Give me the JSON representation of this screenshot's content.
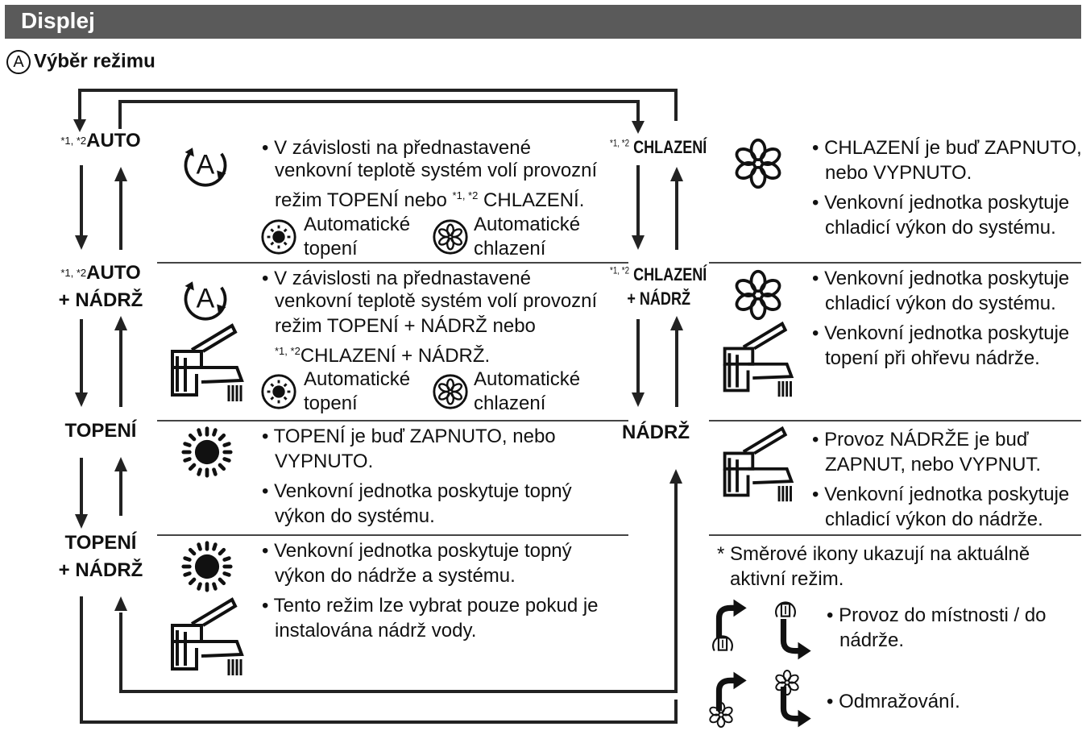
{
  "header": {
    "title": "Displej"
  },
  "section": {
    "badge": "A",
    "title": "Výběr režimu"
  },
  "left_modes": {
    "auto": {
      "sup": "*1, *2",
      "label": "AUTO"
    },
    "auto_tank": {
      "sup": "*1, *2",
      "label": "AUTO",
      "label2": "+ NÁDRŽ"
    },
    "heat": {
      "label": "TOPENÍ"
    },
    "heat_tank": {
      "label": "TOPENÍ",
      "label2": "+ NÁDRŽ"
    }
  },
  "auto_desc": {
    "line1": "• V závislosti na přednastavené",
    "line2": "venkovní teplotě systém volí provozní",
    "line3_a": "režim TOPENÍ nebo ",
    "line3_sup": "*1, *2",
    "line3_b": " CHLAZENÍ.",
    "icon_heat_label1": "Automatické",
    "icon_heat_label2": "topení",
    "icon_cool_label1": "Automatické",
    "icon_cool_label2": "chlazení"
  },
  "auto_tank_desc": {
    "line1": "• V závislosti na přednastavené",
    "line2": "venkovní teplotě systém volí provozní",
    "line3": "režim TOPENÍ + NÁDRŽ nebo",
    "line4_sup": "*1, *2",
    "line4": "CHLAZENÍ + NÁDRŽ.",
    "icon_heat_label1": "Automatické",
    "icon_heat_label2": "topení",
    "icon_cool_label1": "Automatické",
    "icon_cool_label2": "chlazení"
  },
  "heat_desc": {
    "b1_l1": "• TOPENÍ je buď ZAPNUTO, nebo",
    "b1_l2": "VYPNUTO.",
    "b2_l1": "• Venkovní jednotka poskytuje topný",
    "b2_l2": "výkon do systému."
  },
  "heat_tank_desc": {
    "b1_l1": "• Venkovní jednotka poskytuje topný",
    "b1_l2": "výkon do nádrže a systému.",
    "b2_l1": "• Tento režim lze vybrat pouze pokud je",
    "b2_l2": "instalována nádrž vody."
  },
  "right_modes": {
    "cool": {
      "sup": "*1, *2",
      "label": "CHLAZENÍ"
    },
    "cool_tank": {
      "sup": "*1, *2",
      "label": "CHLAZENÍ",
      "label2": "+ NÁDRŽ"
    },
    "tank": {
      "label": "NÁDRŽ"
    }
  },
  "cool_desc": {
    "b1_l1": "• CHLAZENÍ je buď ZAPNUTO,",
    "b1_l2": "nebo VYPNUTO.",
    "b2_l1": "• Venkovní jednotka poskytuje",
    "b2_l2": "chladicí výkon do systému."
  },
  "cool_tank_desc": {
    "b1_l1": "• Venkovní jednotka poskytuje",
    "b1_l2": "chladicí výkon do systému.",
    "b2_l1": "• Venkovní jednotka poskytuje",
    "b2_l2": "topení při ohřevu nádrže."
  },
  "tank_desc": {
    "b1_l1": "• Provoz NÁDRŽE je buď",
    "b1_l2": "ZAPNUT, nebo VYPNUT.",
    "b2_l1": "• Venkovní jednotka poskytuje",
    "b2_l2": "chladicí výkon do nádrže."
  },
  "note": {
    "l1": "* Směrové ikony ukazují na aktuálně",
    "l2": "aktivní režim.",
    "room_l1": "• Provoz do místnosti / do",
    "room_l2": "nádrže.",
    "defrost": "• Odmražování."
  },
  "icons": [
    "auto-mode-icon",
    "sun-icon",
    "snowflake-icon",
    "tap-icon",
    "auto-heat-icon",
    "auto-cool-icon",
    "room-arrow-icon",
    "tank-arrow-icon",
    "defrost-icon"
  ]
}
